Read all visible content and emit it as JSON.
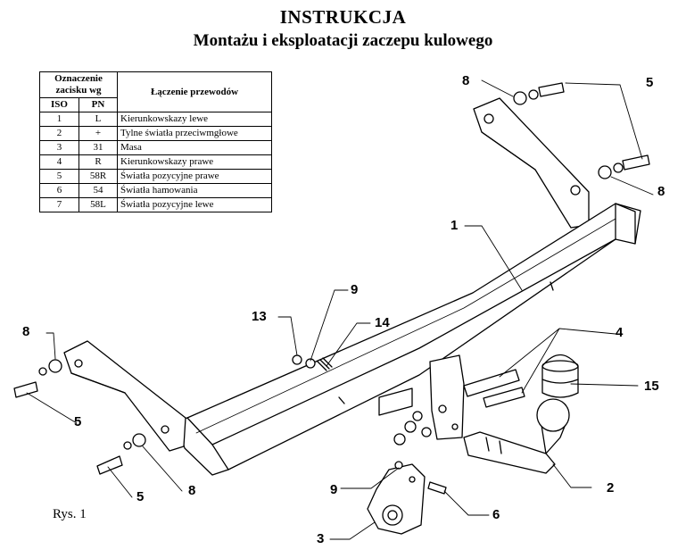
{
  "title": "INSTRUKCJA",
  "subtitle": "Montażu i eksploatacji zaczepu kulowego",
  "table": {
    "header_group": "Oznaczenie zacisku wg",
    "header_iso": "ISO",
    "header_pn": "PN",
    "header_conn": "Łączenie przewodów",
    "rows": [
      {
        "iso": "1",
        "pn": "L",
        "desc": "Kierunkowskazy lewe"
      },
      {
        "iso": "2",
        "pn": "+",
        "desc": "Tylne światła przeciwmgłowe"
      },
      {
        "iso": "3",
        "pn": "31",
        "desc": "Masa"
      },
      {
        "iso": "4",
        "pn": "R",
        "desc": "Kierunkowskazy prawe"
      },
      {
        "iso": "5",
        "pn": "58R",
        "desc": "Światła pozycyjne prawe"
      },
      {
        "iso": "6",
        "pn": "54",
        "desc": "Światła hamowania"
      },
      {
        "iso": "7",
        "pn": "58L",
        "desc": "Światła pozycyjne lewe"
      }
    ]
  },
  "caption": "Rys. 1",
  "labels": {
    "l1": "1",
    "l2": "2",
    "l3": "3",
    "l4": "4",
    "l5a": "5",
    "l5b": "5",
    "l5c": "5",
    "l6": "6",
    "l8a": "8",
    "l8b": "8",
    "l8c": "8",
    "l8d": "8",
    "l9a": "9",
    "l9b": "9",
    "l13": "13",
    "l14": "14",
    "l15": "15"
  }
}
